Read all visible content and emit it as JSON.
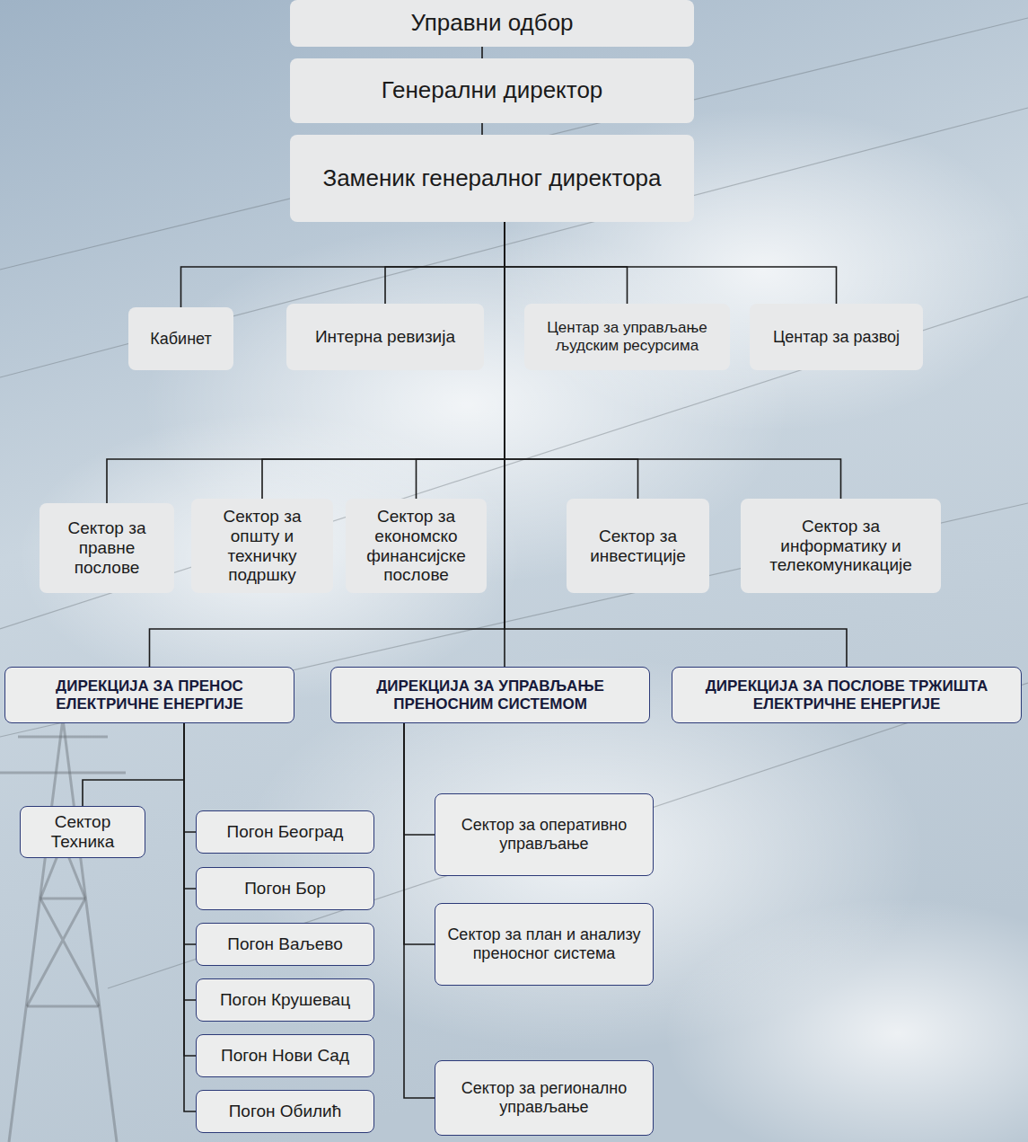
{
  "diagram": {
    "nodes": [
      {
        "text": [
          "Управни одбор"
        ]
      },
      {
        "text": [
          "Генерални директор"
        ]
      },
      {
        "text": [
          "Заменик генералног директора"
        ]
      },
      {
        "text": [
          "Кабинет"
        ]
      },
      {
        "text": [
          "Интерна ревизија"
        ]
      },
      {
        "text": [
          "Центар за управљање људским ресурсима"
        ]
      },
      {
        "text": [
          "Центар за развој"
        ]
      },
      {
        "text": [
          "Сектор за правне послове"
        ]
      },
      {
        "text": [
          "Сектор за општу и техничку подршку"
        ]
      },
      {
        "text": [
          "Сектор за економско финансијске послове"
        ]
      },
      {
        "text": [
          "Сектор за инвестиције"
        ]
      },
      {
        "text": [
          "Сектор за информатику и телекомуникације"
        ]
      },
      {
        "text": [
          "ДИРЕКЦИЈА ЗА ПРЕНОС ЕЛЕКТРИЧНЕ ЕНЕРГИЈЕ"
        ]
      },
      {
        "text": [
          "ДИРЕКЦИЈА ЗА УПРАВЉАЊЕ ПРЕНОСНИМ СИСТЕМОМ"
        ]
      },
      {
        "text": [
          "ДИРЕКЦИЈА ЗА ПОСЛОВЕ ТРЖИШТА ЕЛЕКТРИЧНЕ ЕНЕРГИЈЕ"
        ]
      },
      {
        "text": [
          "Сектор Техника"
        ]
      },
      {
        "text": [
          "Погон Београд"
        ]
      },
      {
        "text": [
          "Погон Бор"
        ]
      },
      {
        "text": [
          "Погон Ваљево"
        ]
      },
      {
        "text": [
          "Погон Крушевац"
        ]
      },
      {
        "text": [
          "Погон Нови Сад"
        ]
      },
      {
        "text": [
          "Погон Обилић"
        ]
      },
      {
        "text": [
          "Сектор за оперативно управљање"
        ]
      },
      {
        "text": [
          "Сектор за план и анализу преносног система"
        ]
      },
      {
        "text": [
          "Сектор за регионално управљање"
        ]
      }
    ],
    "edges": [
      {
        "from": 0,
        "to": 1,
        "arrow": "none"
      },
      {
        "from": 1,
        "to": 2,
        "arrow": "none"
      },
      {
        "from": 2,
        "to": 3,
        "arrow": "none"
      },
      {
        "from": 2,
        "to": 4,
        "arrow": "none"
      },
      {
        "from": 2,
        "to": 5,
        "arrow": "none"
      },
      {
        "from": 2,
        "to": 6,
        "arrow": "none"
      },
      {
        "from": 2,
        "to": 7,
        "arrow": "none"
      },
      {
        "from": 2,
        "to": 8,
        "arrow": "none"
      },
      {
        "from": 2,
        "to": 9,
        "arrow": "none"
      },
      {
        "from": 2,
        "to": 10,
        "arrow": "none"
      },
      {
        "from": 2,
        "to": 11,
        "arrow": "none"
      },
      {
        "from": 2,
        "to": 12,
        "arrow": "none"
      },
      {
        "from": 2,
        "to": 13,
        "arrow": "none"
      },
      {
        "from": 2,
        "to": 14,
        "arrow": "none"
      },
      {
        "from": 12,
        "to": 15,
        "arrow": "none"
      },
      {
        "from": 12,
        "to": 16,
        "arrow": "none"
      },
      {
        "from": 12,
        "to": 17,
        "arrow": "none"
      },
      {
        "from": 12,
        "to": 18,
        "arrow": "none"
      },
      {
        "from": 12,
        "to": 19,
        "arrow": "none"
      },
      {
        "from": 12,
        "to": 20,
        "arrow": "none"
      },
      {
        "from": 12,
        "to": 21,
        "arrow": "none"
      },
      {
        "from": 13,
        "to": 22,
        "arrow": "none"
      },
      {
        "from": 13,
        "to": 23,
        "arrow": "none"
      },
      {
        "from": 13,
        "to": 24,
        "arrow": "none"
      }
    ]
  }
}
